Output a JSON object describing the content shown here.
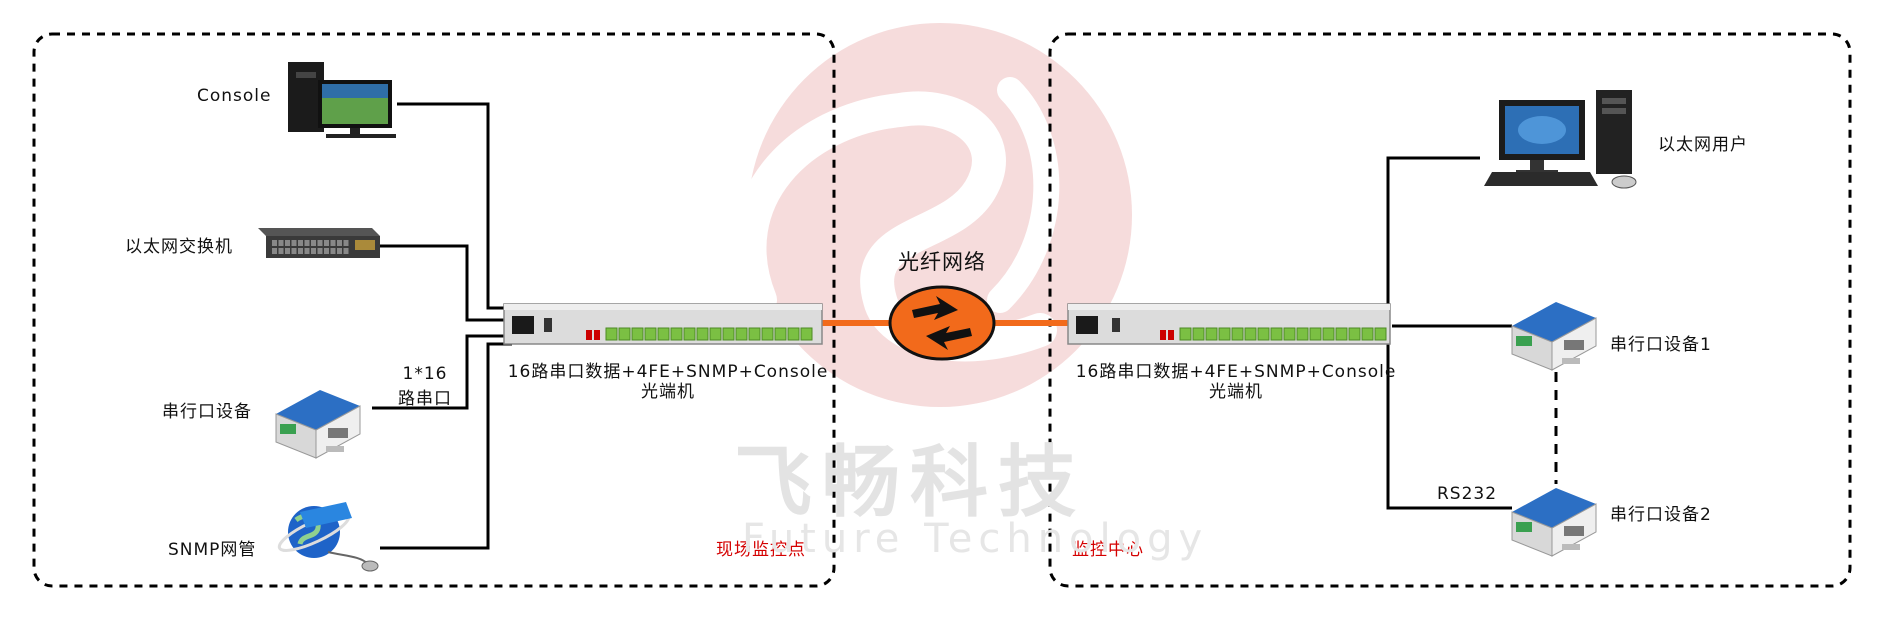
{
  "site_left": {
    "zone_label": "现场监控点",
    "devices": {
      "console": "Console",
      "switch": "以太网交换机",
      "serial": "串行口设备",
      "snmp": "SNMP网管"
    },
    "serial_link": {
      "line1": "1*16",
      "line2": "路串口"
    },
    "transceiver": {
      "line1": "16路串口数据+4FE+SNMP+Console",
      "line2": "光端机"
    }
  },
  "network": {
    "label": "光纤网络"
  },
  "site_right": {
    "zone_label": "监控中心",
    "devices": {
      "ethernet_user": "以太网用户",
      "serial1": "串行口设备1",
      "serial2": "串行口设备2"
    },
    "rs232_label": "RS232",
    "transceiver": {
      "line1": "16路串口数据+4FE+SNMP+Console",
      "line2": "光端机"
    }
  },
  "watermark": {
    "cn": "飞畅科技",
    "en": "Future Technology"
  },
  "colors": {
    "fiber": "#f26a1b",
    "zone_label": "#d40000",
    "logo": "#f4d4d4",
    "line": "#000000"
  }
}
